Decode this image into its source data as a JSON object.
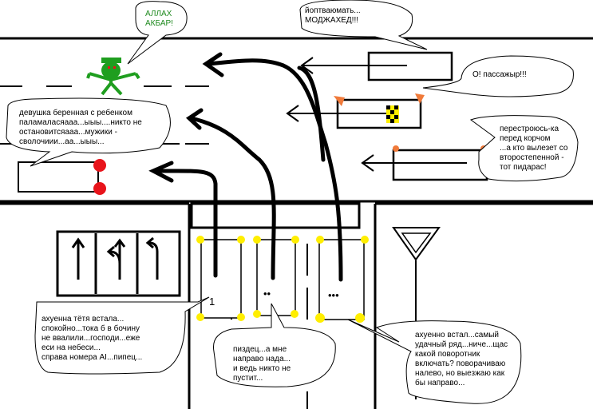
{
  "bubbles": {
    "allah": "АЛЛАХ\nАКБАР!",
    "mojahed": "йоптваюмать...\nМОДЖАХЕД!!!",
    "passenger": "О! пассажыр!!!",
    "pregnant": "девушка беренная с ребенком\nпаламаласяааа...ыыы....никто не\nостановитсяааа...мужики -\nсволочиии...аа...ыыы...",
    "rebuild": "перестроюсь-ка\nперед корчом\n...а кто вылезет со\nвторостепенной -\nтот пидарас!",
    "aunt": "ахуенна тётя встала...\nспокойно...тока б в бочину\nне ввалили...господи...еже\nеси на небеси...\nсправа номера AI...пипец...",
    "middle": "пиздец...а мне\nнаправо нада...\nи ведь никто не\nпустит...",
    "right": "ахуенно встал...самый\nудачный ряд...ниче...щас\nкакой поворотник\nвключать? поворачиваю\nналево, но выезжаю как\nбы направо..."
  },
  "cars": {
    "left_label": "1",
    "middle_label": "••",
    "right_label": "•••"
  },
  "colors": {
    "ink": "#000000",
    "headlight": "#ffee00",
    "brake": "#e8141b",
    "taxi_light": "#f07a3a",
    "figure": "#1f9e1f",
    "figure_eye": "#e8141b",
    "sign_bg": "#ffffff"
  },
  "icons": [
    "lane-arrow-straight-icon",
    "lane-arrow-straight-left-icon",
    "lane-arrow-left-icon",
    "yield-sign-icon",
    "green-man-icon"
  ]
}
